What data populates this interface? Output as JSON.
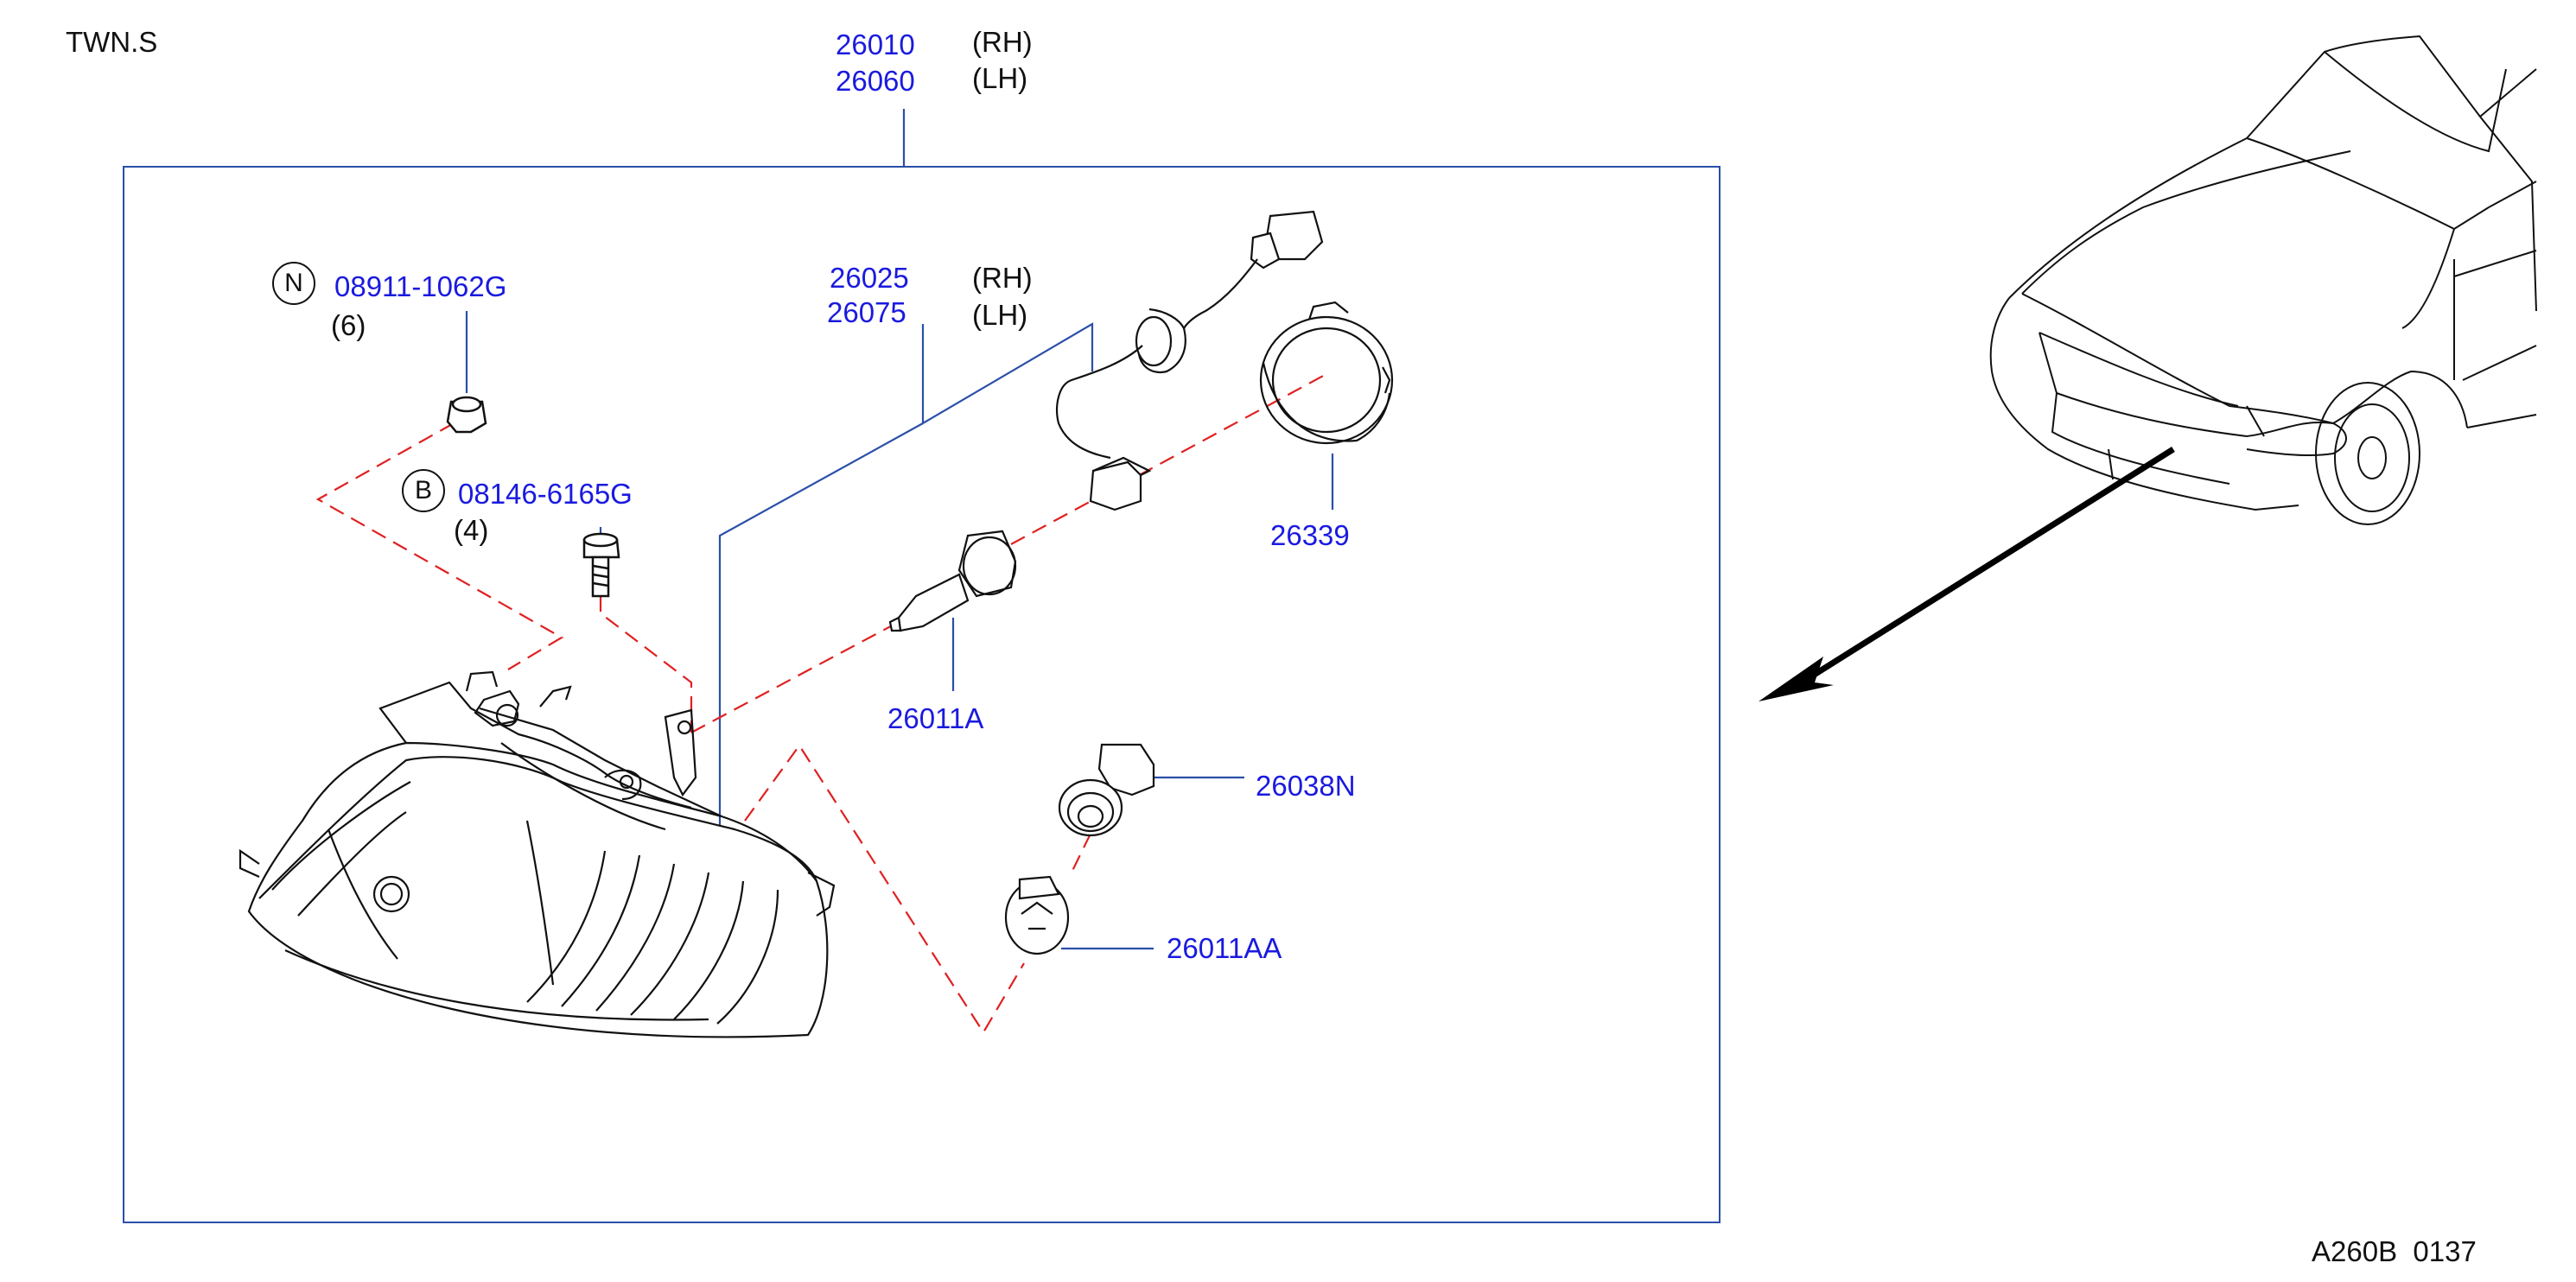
{
  "header": {
    "model_code": "TWN.S"
  },
  "footer": {
    "figure_code": "A260B  0137"
  },
  "parts": {
    "headlamp_rh": "26010",
    "headlamp_lh": "26060",
    "harness_rh": "26025",
    "harness_lh": "26075",
    "bulb_cap": "26339",
    "headlamp_bulb": "26011A",
    "side_socket": "26038N",
    "side_bulb": "26011AA",
    "nut": {
      "symbol": "N",
      "number": "08911-1062G",
      "qty": "(6)"
    },
    "bolt": {
      "symbol": "B",
      "number": "08146-6165G",
      "qty": "(4)"
    }
  },
  "side_labels": {
    "rh": "(RH)",
    "lh": "(LH)"
  },
  "colors": {
    "part_number": "#1a1adf",
    "leader": "#2a4fa8",
    "dashed": "#e02020",
    "line_art": "#111111"
  }
}
